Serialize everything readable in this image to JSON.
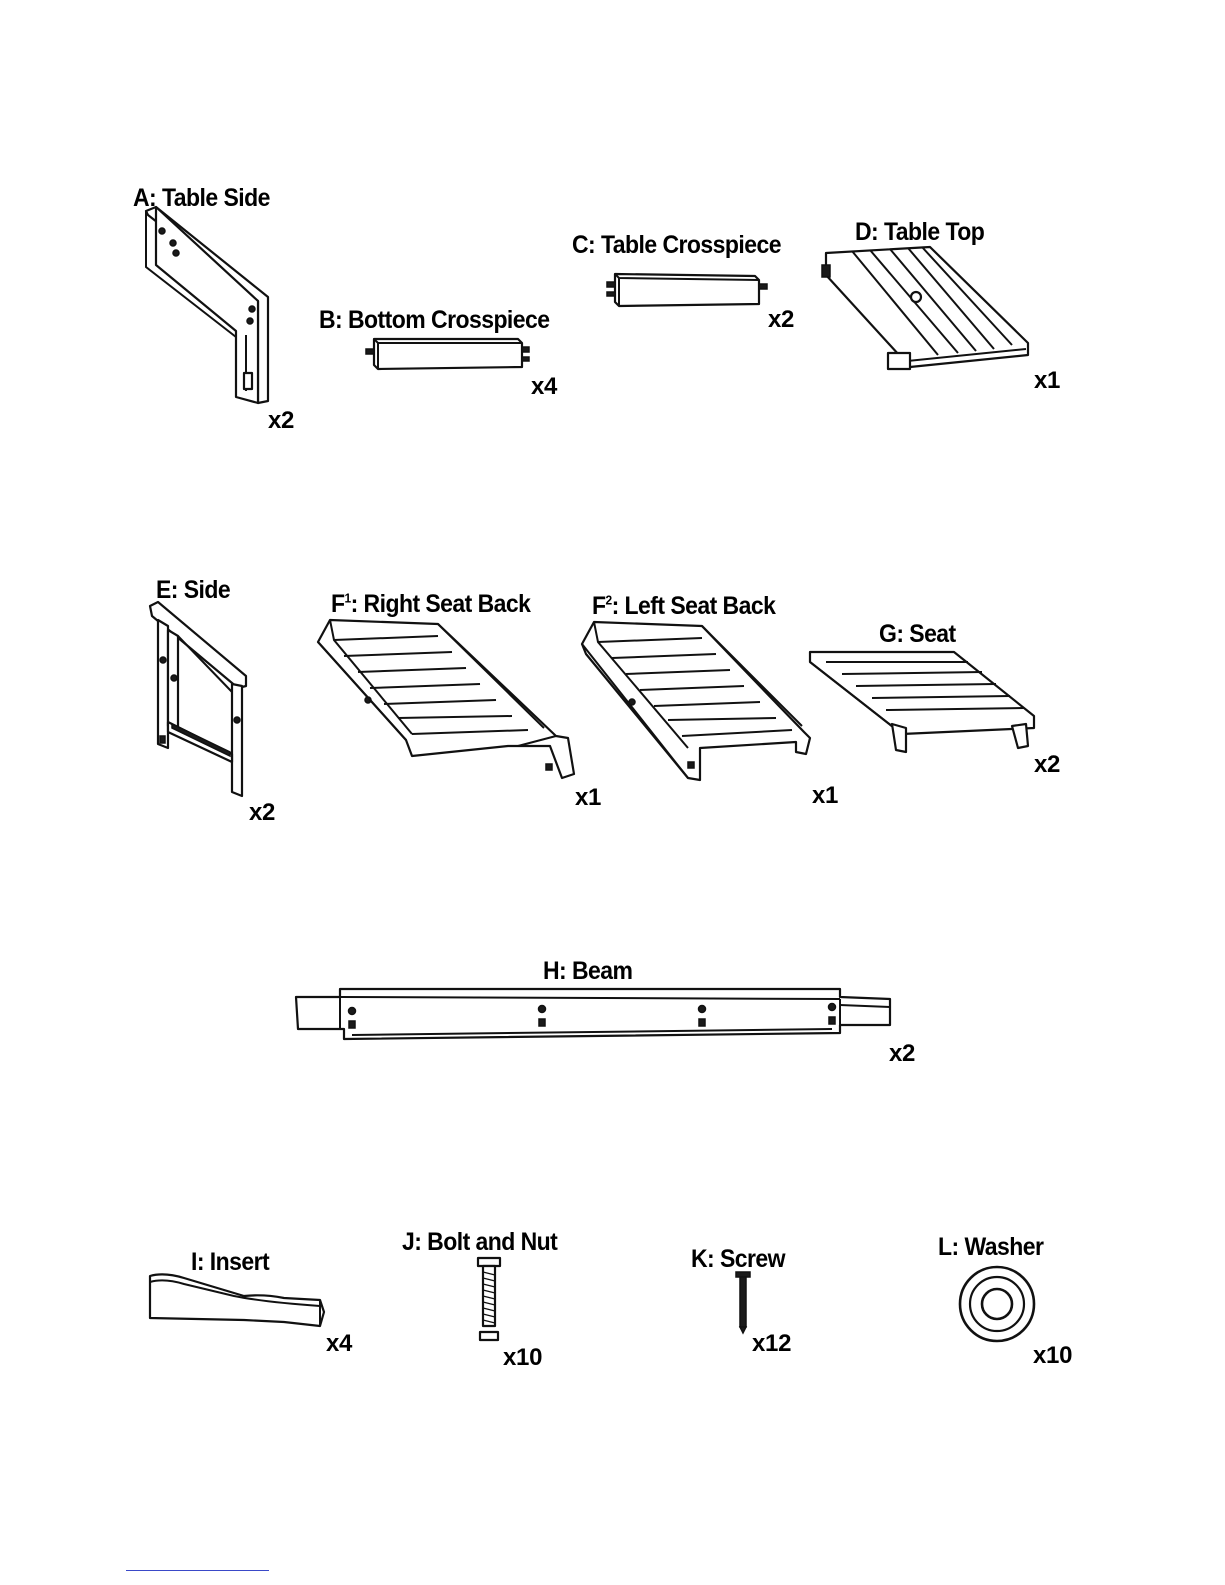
{
  "parts": {
    "A": {
      "label": "A: Table Side",
      "qty": "x2"
    },
    "B": {
      "label": "B: Bottom Crosspiece",
      "qty": "x4"
    },
    "C": {
      "label": "C: Table Crosspiece",
      "qty": "x2"
    },
    "D": {
      "label": "D: Table Top",
      "qty": "x1"
    },
    "E": {
      "label": "E: Side",
      "qty": "x2"
    },
    "F1": {
      "label_prefix": "F",
      "label_sup": "1",
      "label_rest": ": Right Seat Back",
      "qty": "x1"
    },
    "F2": {
      "label_prefix": "F",
      "label_sup": "2",
      "label_rest": ": Left Seat Back",
      "qty": "x1"
    },
    "G": {
      "label": "G: Seat",
      "qty": "x2"
    },
    "H": {
      "label": "H: Beam",
      "qty": "x2"
    },
    "I": {
      "label": "I: Insert",
      "qty": "x4"
    },
    "J": {
      "label": "J: Bolt and Nut",
      "qty": "x10"
    },
    "K": {
      "label": "K: Screw",
      "qty": "x12"
    },
    "L": {
      "label": "L: Washer",
      "qty": "x10"
    }
  }
}
